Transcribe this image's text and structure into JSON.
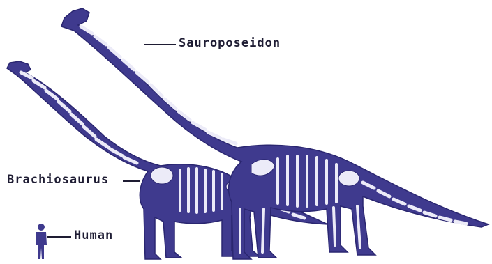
{
  "labels": {
    "sauroposeidon": "Sauroposeidon",
    "brachiosaurus": "Brachiosaurus",
    "human": "Human"
  },
  "colors": {
    "silhouette": "#3f3a8e",
    "bone": "#ecebf8",
    "bone_outline": "#2a2670",
    "text": "#1e1c33",
    "background": "#ffffff"
  }
}
